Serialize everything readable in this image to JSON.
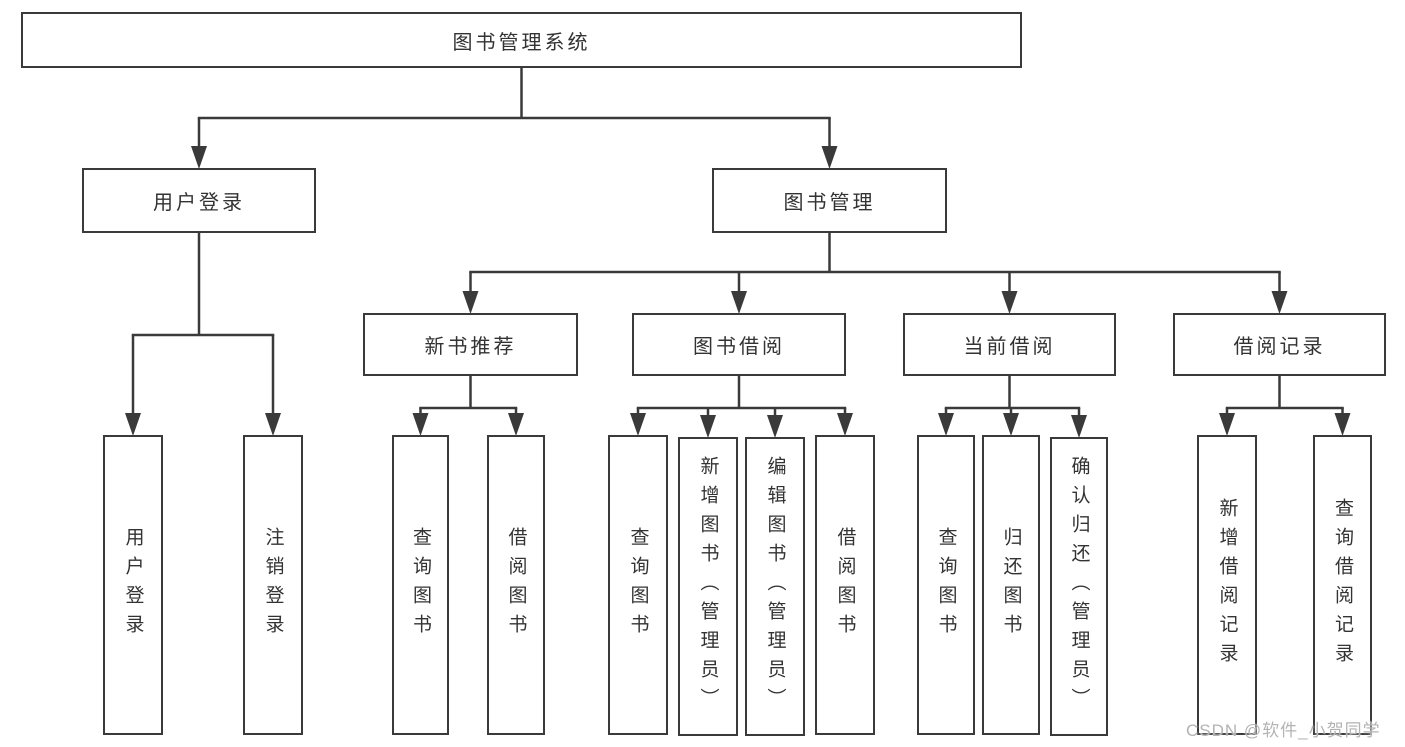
{
  "diagram": {
    "line_color": "#3a3a3a",
    "text_color": "#333333",
    "watermark": "CSDN @软件_小贺同学",
    "watermark_color": "#b3b3b3",
    "nodes": [
      {
        "id": "root",
        "label": "图书管理系统",
        "parent": null,
        "vertical": false
      },
      {
        "id": "user-login",
        "label": "用户登录",
        "parent": "root",
        "vertical": false
      },
      {
        "id": "book-mgmt",
        "label": "图书管理",
        "parent": "root",
        "vertical": false
      },
      {
        "id": "new-book-rec",
        "label": "新书推荐",
        "parent": "book-mgmt",
        "vertical": false
      },
      {
        "id": "book-borrow",
        "label": "图书借阅",
        "parent": "book-mgmt",
        "vertical": false
      },
      {
        "id": "current-borrow",
        "label": "当前借阅",
        "parent": "book-mgmt",
        "vertical": false
      },
      {
        "id": "borrow-records",
        "label": "借阅记录",
        "parent": "book-mgmt",
        "vertical": false
      },
      {
        "id": "login",
        "label": "用户登录",
        "parent": "user-login",
        "vertical": true
      },
      {
        "id": "logout",
        "label": "注销登录",
        "parent": "user-login",
        "vertical": true
      },
      {
        "id": "rec-query-books",
        "label": "查询图书",
        "parent": "new-book-rec",
        "vertical": true
      },
      {
        "id": "rec-borrow-books",
        "label": "借阅图书",
        "parent": "new-book-rec",
        "vertical": true
      },
      {
        "id": "bb-query-books",
        "label": "查询图书",
        "parent": "book-borrow",
        "vertical": true
      },
      {
        "id": "bb-add-books",
        "label": "新增图书（管理员）",
        "parent": "book-borrow",
        "vertical": true
      },
      {
        "id": "bb-edit-books",
        "label": "编辑图书（管理员）",
        "parent": "book-borrow",
        "vertical": true
      },
      {
        "id": "bb-borrow-books",
        "label": "借阅图书",
        "parent": "book-borrow",
        "vertical": true
      },
      {
        "id": "cb-query-books",
        "label": "查询图书",
        "parent": "current-borrow",
        "vertical": true
      },
      {
        "id": "cb-return-books",
        "label": "归还图书",
        "parent": "current-borrow",
        "vertical": true
      },
      {
        "id": "cb-confirm-return",
        "label": "确认归还（管理员）",
        "parent": "current-borrow",
        "vertical": true
      },
      {
        "id": "br-add-record",
        "label": "新增借阅记录",
        "parent": "borrow-records",
        "vertical": true
      },
      {
        "id": "br-query-record",
        "label": "查询借阅记录",
        "parent": "borrow-records",
        "vertical": true
      }
    ]
  }
}
